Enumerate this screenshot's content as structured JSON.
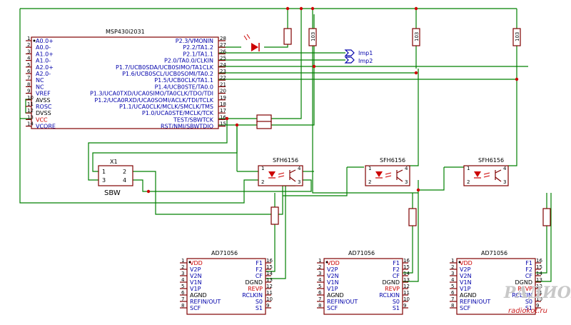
{
  "mcu": {
    "name": "MSP430i2031",
    "left_pins": [
      {
        "num": "1",
        "label": "A0.0+",
        "color": "blue"
      },
      {
        "num": "2",
        "label": "A0.0-",
        "color": "blue"
      },
      {
        "num": "3",
        "label": "A1.0+",
        "color": "blue"
      },
      {
        "num": "4",
        "label": "A1.0-",
        "color": "blue"
      },
      {
        "num": "5",
        "label": "A2.0+",
        "color": "blue"
      },
      {
        "num": "6",
        "label": "A2.0-",
        "color": "blue"
      },
      {
        "num": "7",
        "label": "NC",
        "color": "blue"
      },
      {
        "num": "8",
        "label": "NC",
        "color": "blue"
      },
      {
        "num": "9",
        "label": "VREF",
        "color": "blue"
      },
      {
        "num": "10",
        "label": "AVSS",
        "color": "black"
      },
      {
        "num": "11",
        "label": "ROSC",
        "color": "blue"
      },
      {
        "num": "12",
        "label": "DVSS",
        "color": "black"
      },
      {
        "num": "13",
        "label": "VCC",
        "color": "red"
      },
      {
        "num": "14",
        "label": "VCORE",
        "color": "blue"
      }
    ],
    "right_pins": [
      {
        "num": "28",
        "label": "P2.3/VMONIN"
      },
      {
        "num": "27",
        "label": "P2.2/TA1.2"
      },
      {
        "num": "26",
        "label": "P2.1/TA1.1"
      },
      {
        "num": "25",
        "label": "P2.0/TA0.0/CLKIN"
      },
      {
        "num": "24",
        "label": "P1.7/UCB0SDA/UCB0SIMO/TA1CLK"
      },
      {
        "num": "23",
        "label": "P1.6/UCB0SCL/UCB0SOMI/TA0.2"
      },
      {
        "num": "22",
        "label": "P1.5/UCB0CLK/TA1.1"
      },
      {
        "num": "21",
        "label": "P1.4/UCB0STE/TA0.0"
      },
      {
        "num": "20",
        "label": "P1.3/UCA0TXD/UCA0SIMO/TA0CLK/TDO/TDI"
      },
      {
        "num": "19",
        "label": "P1.2/UCA0RXD/UCA0SOMI/ACLK/TDI/TCLK"
      },
      {
        "num": "18",
        "label": "P1.1/UCA0CLK/MCLK/SMCLK/TMS"
      },
      {
        "num": "17",
        "label": "P1.0/UCA0STE/MCLK/TCK"
      },
      {
        "num": "16",
        "label": "TEST/SBWTCK"
      },
      {
        "num": "15",
        "label": "RST/NMI/SBWTDIO"
      }
    ]
  },
  "connector": {
    "ref": "X1",
    "name": "SBW",
    "pins": [
      "1",
      "2",
      "3",
      "4"
    ]
  },
  "resistor_label": "103",
  "ports": {
    "imp1": "Imp1",
    "imp2": "Imp2"
  },
  "optocouplers": [
    {
      "name": "SFH6156",
      "pins": [
        "1",
        "2",
        "3",
        "4"
      ]
    },
    {
      "name": "SFH6156",
      "pins": [
        "1",
        "2",
        "3",
        "4"
      ]
    },
    {
      "name": "SFH6156",
      "pins": [
        "1",
        "2",
        "3",
        "4"
      ]
    }
  ],
  "ad71056": {
    "name": "AD71056",
    "left_pins": [
      {
        "num": "1",
        "label": "VDD",
        "color": "red"
      },
      {
        "num": "2",
        "label": "V2P",
        "color": "blue"
      },
      {
        "num": "3",
        "label": "V2N",
        "color": "blue"
      },
      {
        "num": "4",
        "label": "V1N",
        "color": "blue"
      },
      {
        "num": "5",
        "label": "V1P",
        "color": "blue"
      },
      {
        "num": "6",
        "label": "AGND",
        "color": "black"
      },
      {
        "num": "7",
        "label": "REFIN/OUT",
        "color": "blue"
      },
      {
        "num": "8",
        "label": "SCF",
        "color": "blue"
      }
    ],
    "right_pins": [
      {
        "num": "16",
        "label": "F1",
        "color": "blue"
      },
      {
        "num": "15",
        "label": "F2",
        "color": "blue"
      },
      {
        "num": "14",
        "label": "CF",
        "color": "blue"
      },
      {
        "num": "13",
        "label": "DGND",
        "color": "black"
      },
      {
        "num": "12",
        "label": "REVP",
        "color": "red"
      },
      {
        "num": "11",
        "label": "RCLKIN",
        "color": "blue"
      },
      {
        "num": "10",
        "label": "S0",
        "color": "blue"
      },
      {
        "num": "9",
        "label": "S1",
        "color": "blue"
      }
    ]
  },
  "watermark": {
    "logo": "РАДИОКОТ",
    "url": "radiokot.ru"
  },
  "colors": {
    "wire": "#008000",
    "component": "#800000",
    "pin_label": "#0000aa",
    "power_label": "#cc0000",
    "junction": "#cc0000"
  }
}
